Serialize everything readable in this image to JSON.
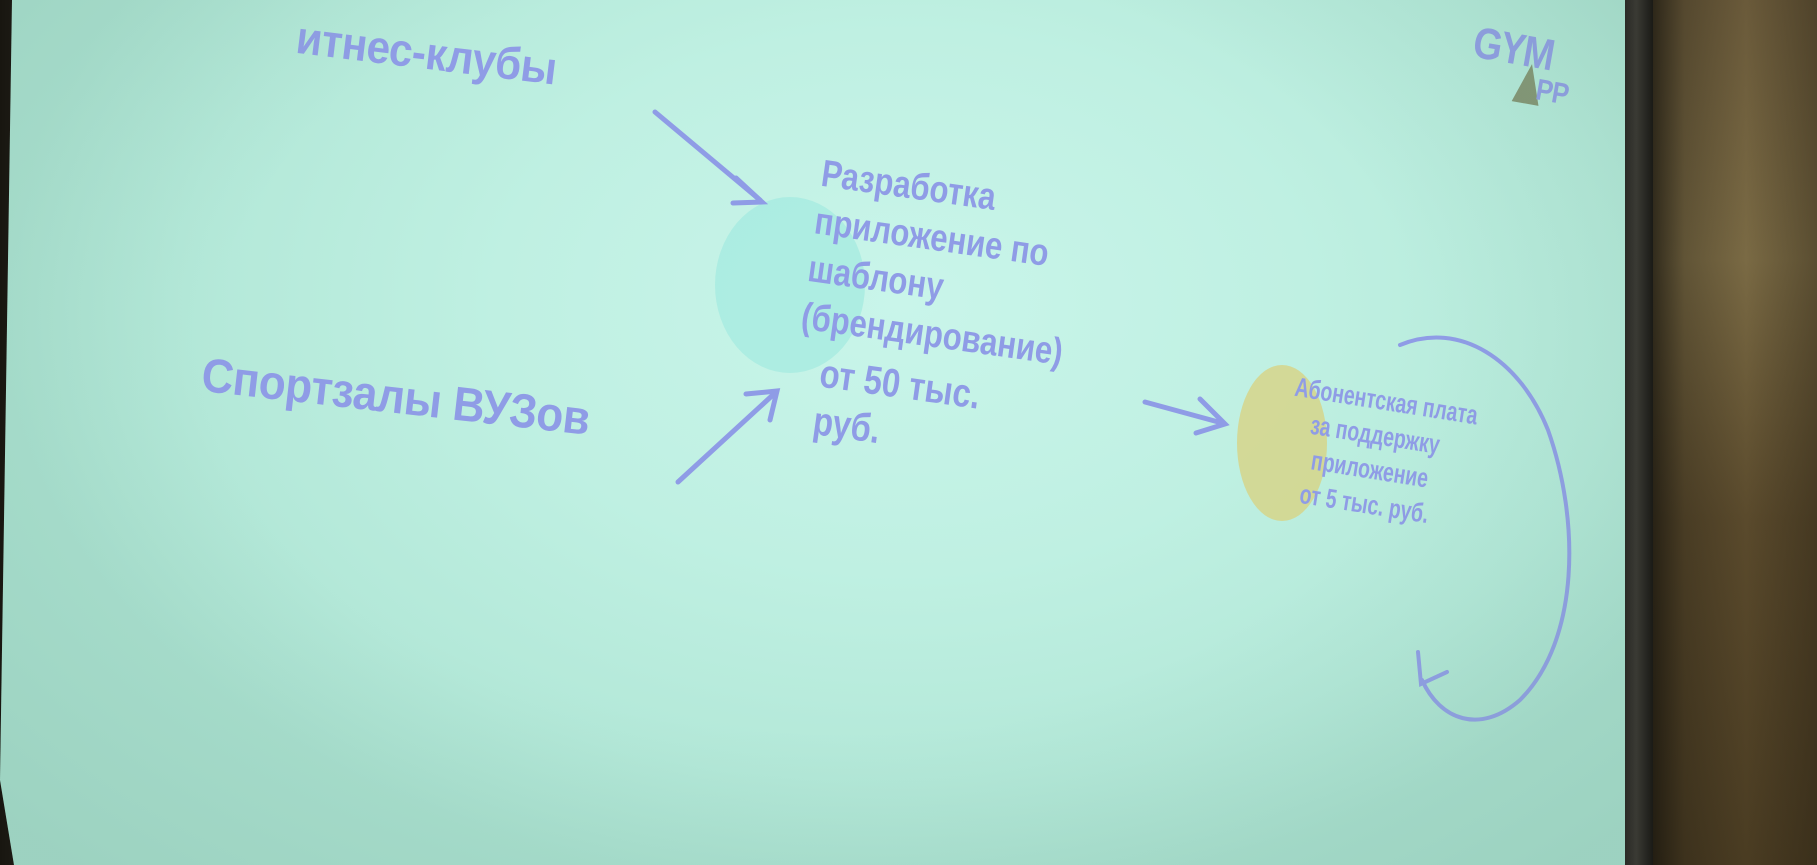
{
  "slide": {
    "logo": {
      "main": "GYM",
      "suffix": "PP"
    },
    "sources": [
      {
        "label": "итнес-клубы"
      },
      {
        "label": "Спортзалы ВУЗов"
      }
    ],
    "development": {
      "lines": [
        "Разработка",
        "приложение по",
        "шаблону",
        "(брендирование)"
      ],
      "price": "от 50 тыс. руб."
    },
    "subscription": {
      "lines": [
        "Абонентская плата",
        "за поддержку",
        "приложение"
      ],
      "price": "от 5 тыс. руб."
    }
  },
  "colors": {
    "screen_background": "#c2f2e5",
    "text": "#8f9ce6",
    "arrow": "#8f9ce6",
    "teal_circle": "#a8ebe0",
    "yellow_circle": "#d6d58a",
    "logo_triangle": "#7c8a66",
    "wall": "#6a5a3a"
  },
  "icons": [
    "arrow-right-down-icon",
    "arrow-right-up-icon",
    "arrow-right-icon",
    "cycle-arrow-icon"
  ]
}
